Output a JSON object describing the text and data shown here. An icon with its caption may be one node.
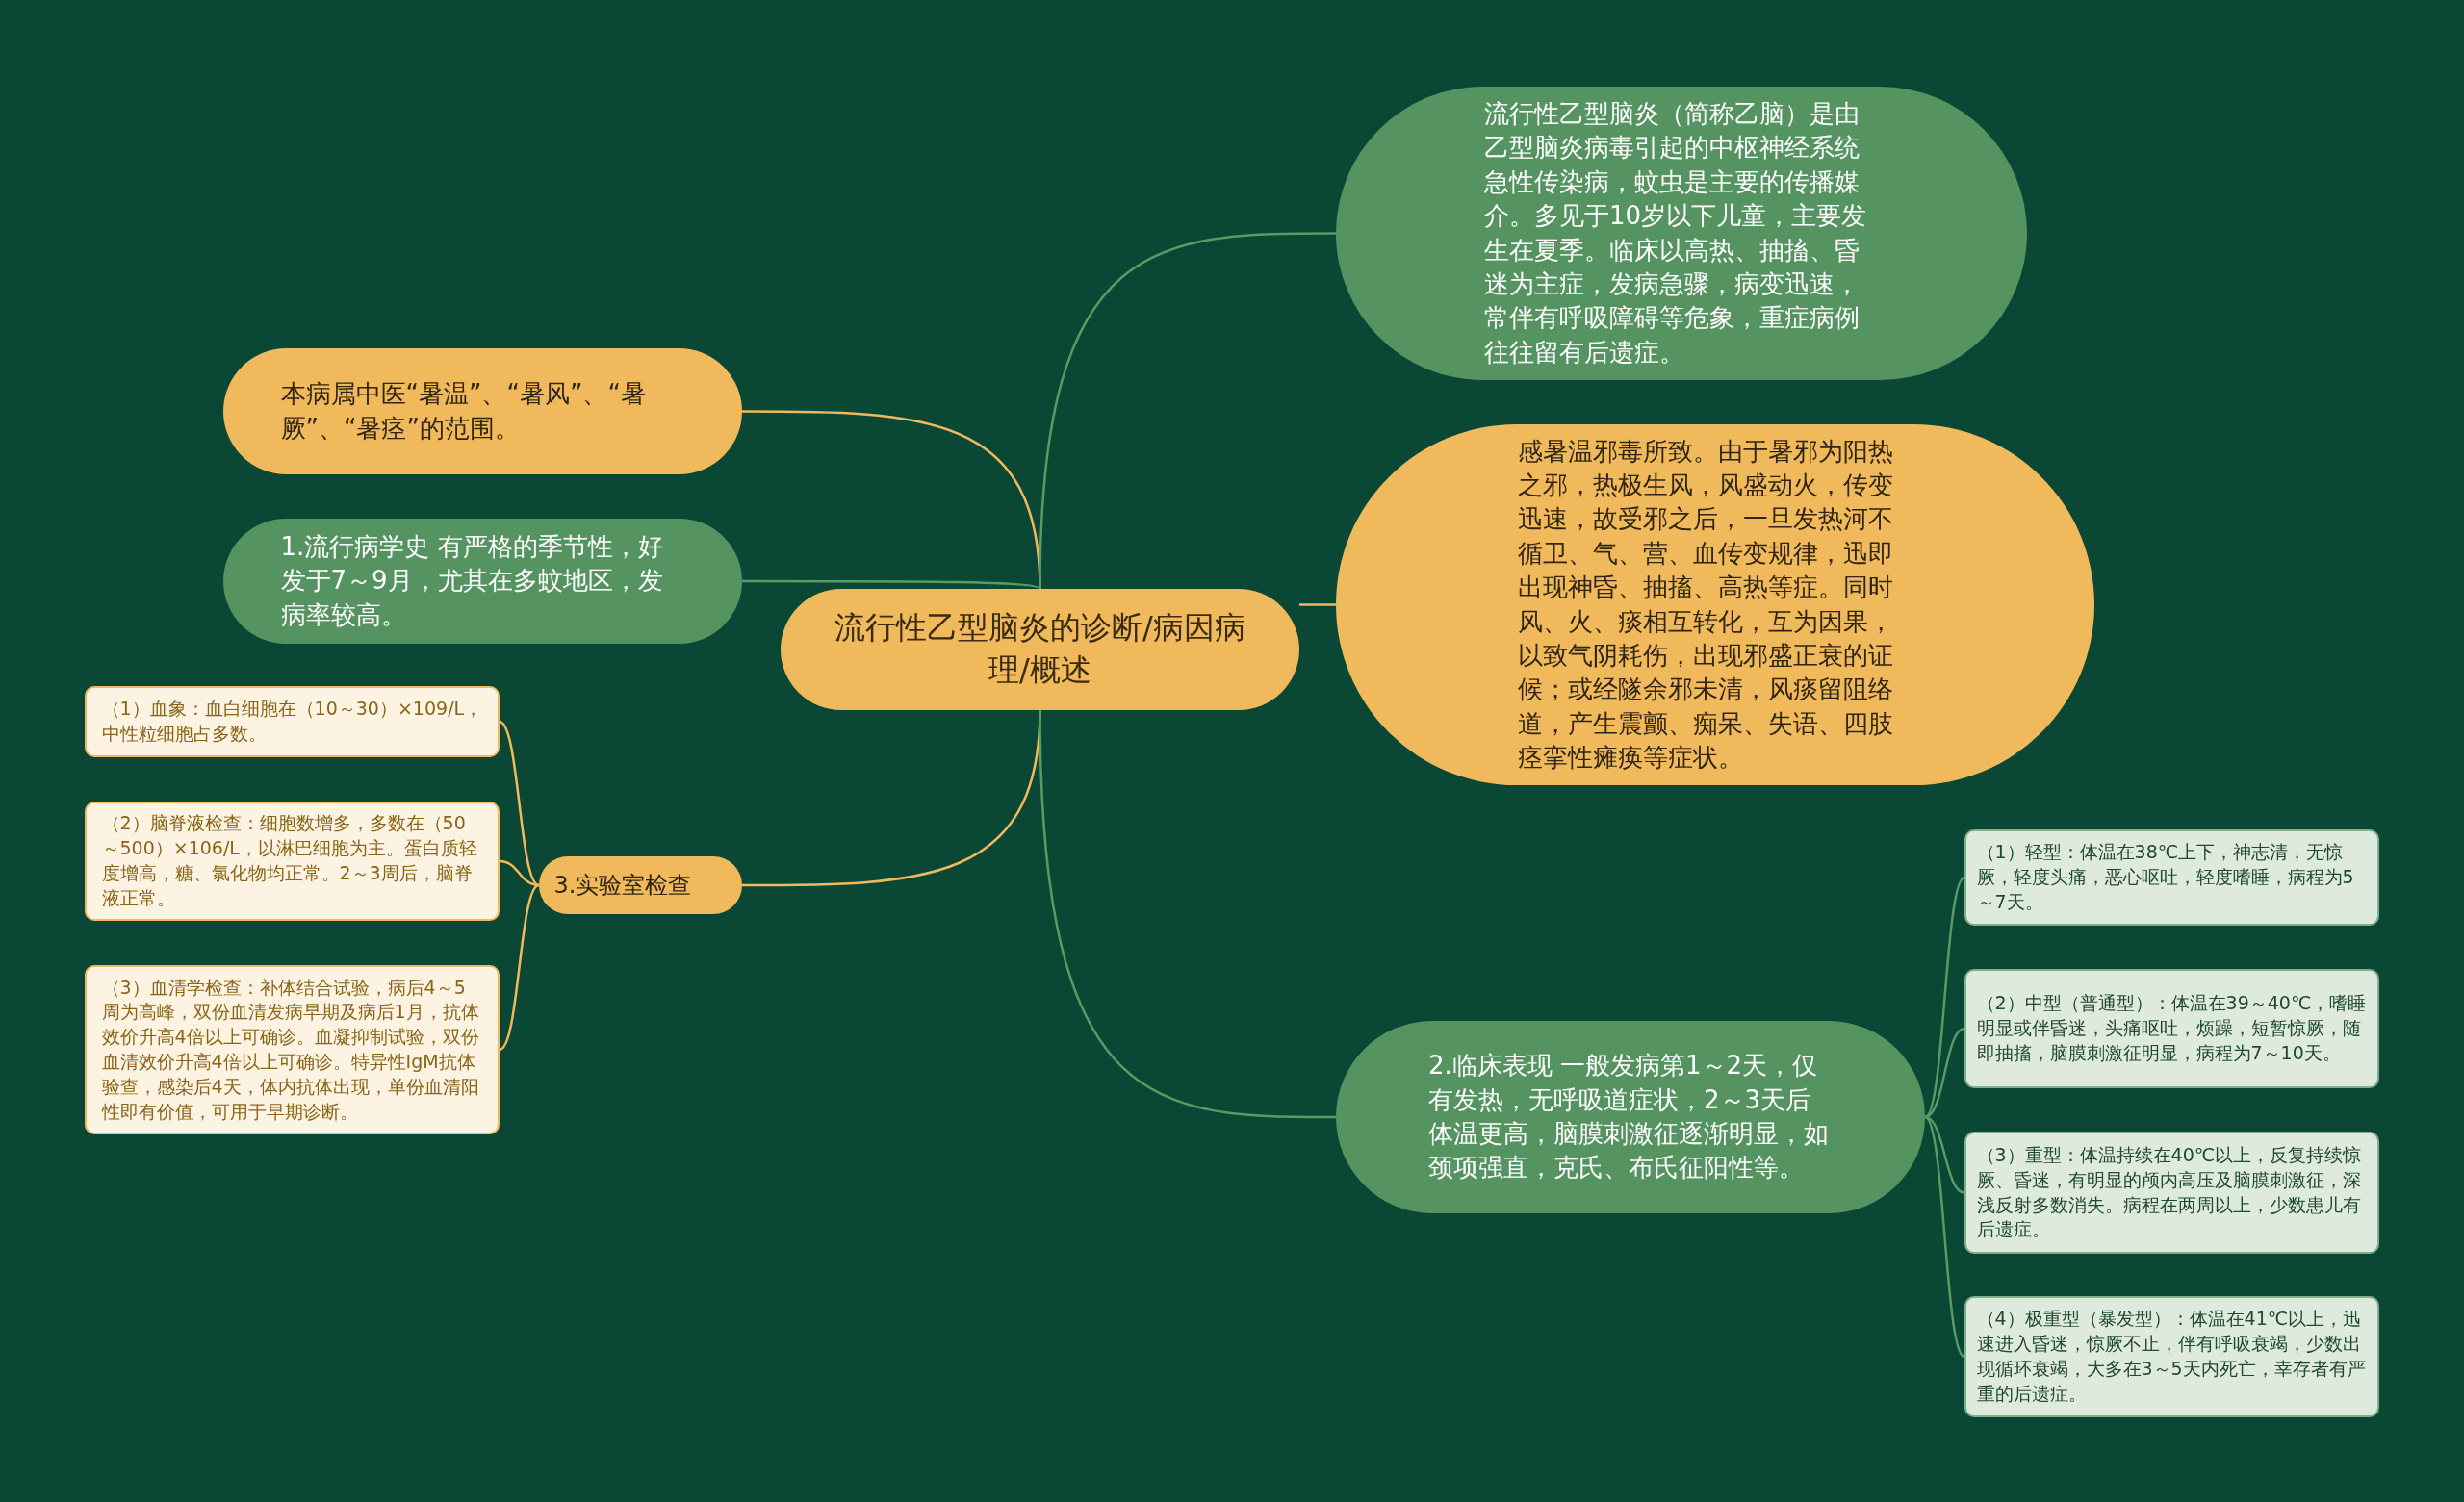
{
  "diagram": {
    "nodes": [
      {
        "text": [
          "流行性乙型脑炎的诊断/病因病理/概述"
        ]
      },
      {
        "text": [
          "本病属中医“暑温”、“暑风”、“暑厥”、“暑痉”的范围。"
        ]
      },
      {
        "text": [
          "1.流行病学史 有严格的季节性，好发于7～9月，尤其在多蚊地区，发病率较高。"
        ]
      },
      {
        "text": [
          "3.实验室检查"
        ]
      },
      {
        "text": [
          "（1）血象：血白细胞在（10～30）×109/L，中性粒细胞占多数。"
        ]
      },
      {
        "text": [
          "（2）脑脊液检查：细胞数增多，多数在（50～500）×106/L，以淋巴细胞为主。蛋白质轻度增高，糖、氯化物均正常。2～3周后，脑脊液正常。"
        ]
      },
      {
        "text": [
          "（3）血清学检查：补体结合试验，病后4～5周为高峰，双份血清发病早期及病后1月，抗体效价升高4倍以上可确诊。血凝抑制试验，双份血清效价升高4倍以上可确诊。特异性IgM抗体验查，感染后4天，体内抗体出现，单份血清阳性即有价值，可用于早期诊断。"
        ]
      },
      {
        "text": [
          "流行性乙型脑炎（简称乙脑）是由乙型脑炎病毒引起的中枢神经系统急性传染病，蚊虫是主要的传播媒介。多见于10岁以下儿童，主要发生在夏季。临床以高热、抽搐、昏迷为主症，发病急骤，病变迅速，常伴有呼吸障碍等危象，重症病例往往留有后遗症。"
        ]
      },
      {
        "text": [
          "感暑温邪毒所致。由于暑邪为阳热之邪，热极生风，风盛动火，传变迅速，故受邪之后，一旦发热河不循卫、气、营、血传变规律，迅即出现神昏、抽搐、高热等症。同时风、火、痰相互转化，互为因果，以致气阴耗伤，出现邪盛正衰的证候；或经隧余邪未清，风痰留阻络道，产生震颤、痴呆、失语、四肢痉挛性瘫痪等症状。"
        ]
      },
      {
        "text": [
          "2.临床表现 一般发病第1～2天，仅有发热，无呼吸道症状，2～3天后体温更高，脑膜刺激征逐渐明显，如颈项强直，克氏、布氏征阳性等。"
        ]
      },
      {
        "text": [
          "（1）轻型：体温在38℃上下，神志清，无惊厥，轻度头痛，恶心呕吐，轻度嗜睡，病程为5～7天。"
        ]
      },
      {
        "text": [
          "（2）中型（普通型）：体温在39～40℃，嗜睡明显或伴昏迷，头痛呕吐，烦躁，短暂惊厥，随即抽搐，脑膜刺激征明显，病程为7～10天。"
        ]
      },
      {
        "text": [
          "（3）重型：体温持续在40℃以上，反复持续惊厥、昏迷，有明显的颅内高压及脑膜刺激征，深浅反射多数消失。病程在两周以上，少数患儿有后遗症。"
        ]
      },
      {
        "text": [
          "（4）极重型（暴发型）：体温在41℃以上，迅速进入昏迷，惊厥不止，伴有呼吸衰竭，少数出现循环衰竭，大多在3～5天内死亡，幸存者有严重的后遗症。"
        ]
      }
    ],
    "edges": [
      {
        "from": 0,
        "to": 1,
        "arrow": "none",
        "color": "#f0b95c"
      },
      {
        "from": 0,
        "to": 2,
        "arrow": "none"
      },
      {
        "from": 0,
        "to": 3,
        "arrow": "none",
        "color": "#f0b95c"
      },
      {
        "from": 3,
        "to": 4,
        "arrow": "none",
        "color": "#f0b95c"
      },
      {
        "from": 3,
        "to": 5,
        "arrow": "none",
        "color": "#f0b95c"
      },
      {
        "from": 3,
        "to": 6,
        "arrow": "none",
        "color": "#f0b95c"
      },
      {
        "from": 0,
        "to": 7,
        "arrow": "none"
      },
      {
        "from": 0,
        "to": 8,
        "arrow": "none",
        "color": "#f0b95c"
      },
      {
        "from": 0,
        "to": 9,
        "arrow": "none"
      },
      {
        "from": 9,
        "to": 10,
        "arrow": "none"
      },
      {
        "from": 9,
        "to": 11,
        "arrow": "none"
      },
      {
        "from": 9,
        "to": 12,
        "arrow": "none"
      },
      {
        "from": 9,
        "to": 13,
        "arrow": "none"
      }
    ]
  }
}
